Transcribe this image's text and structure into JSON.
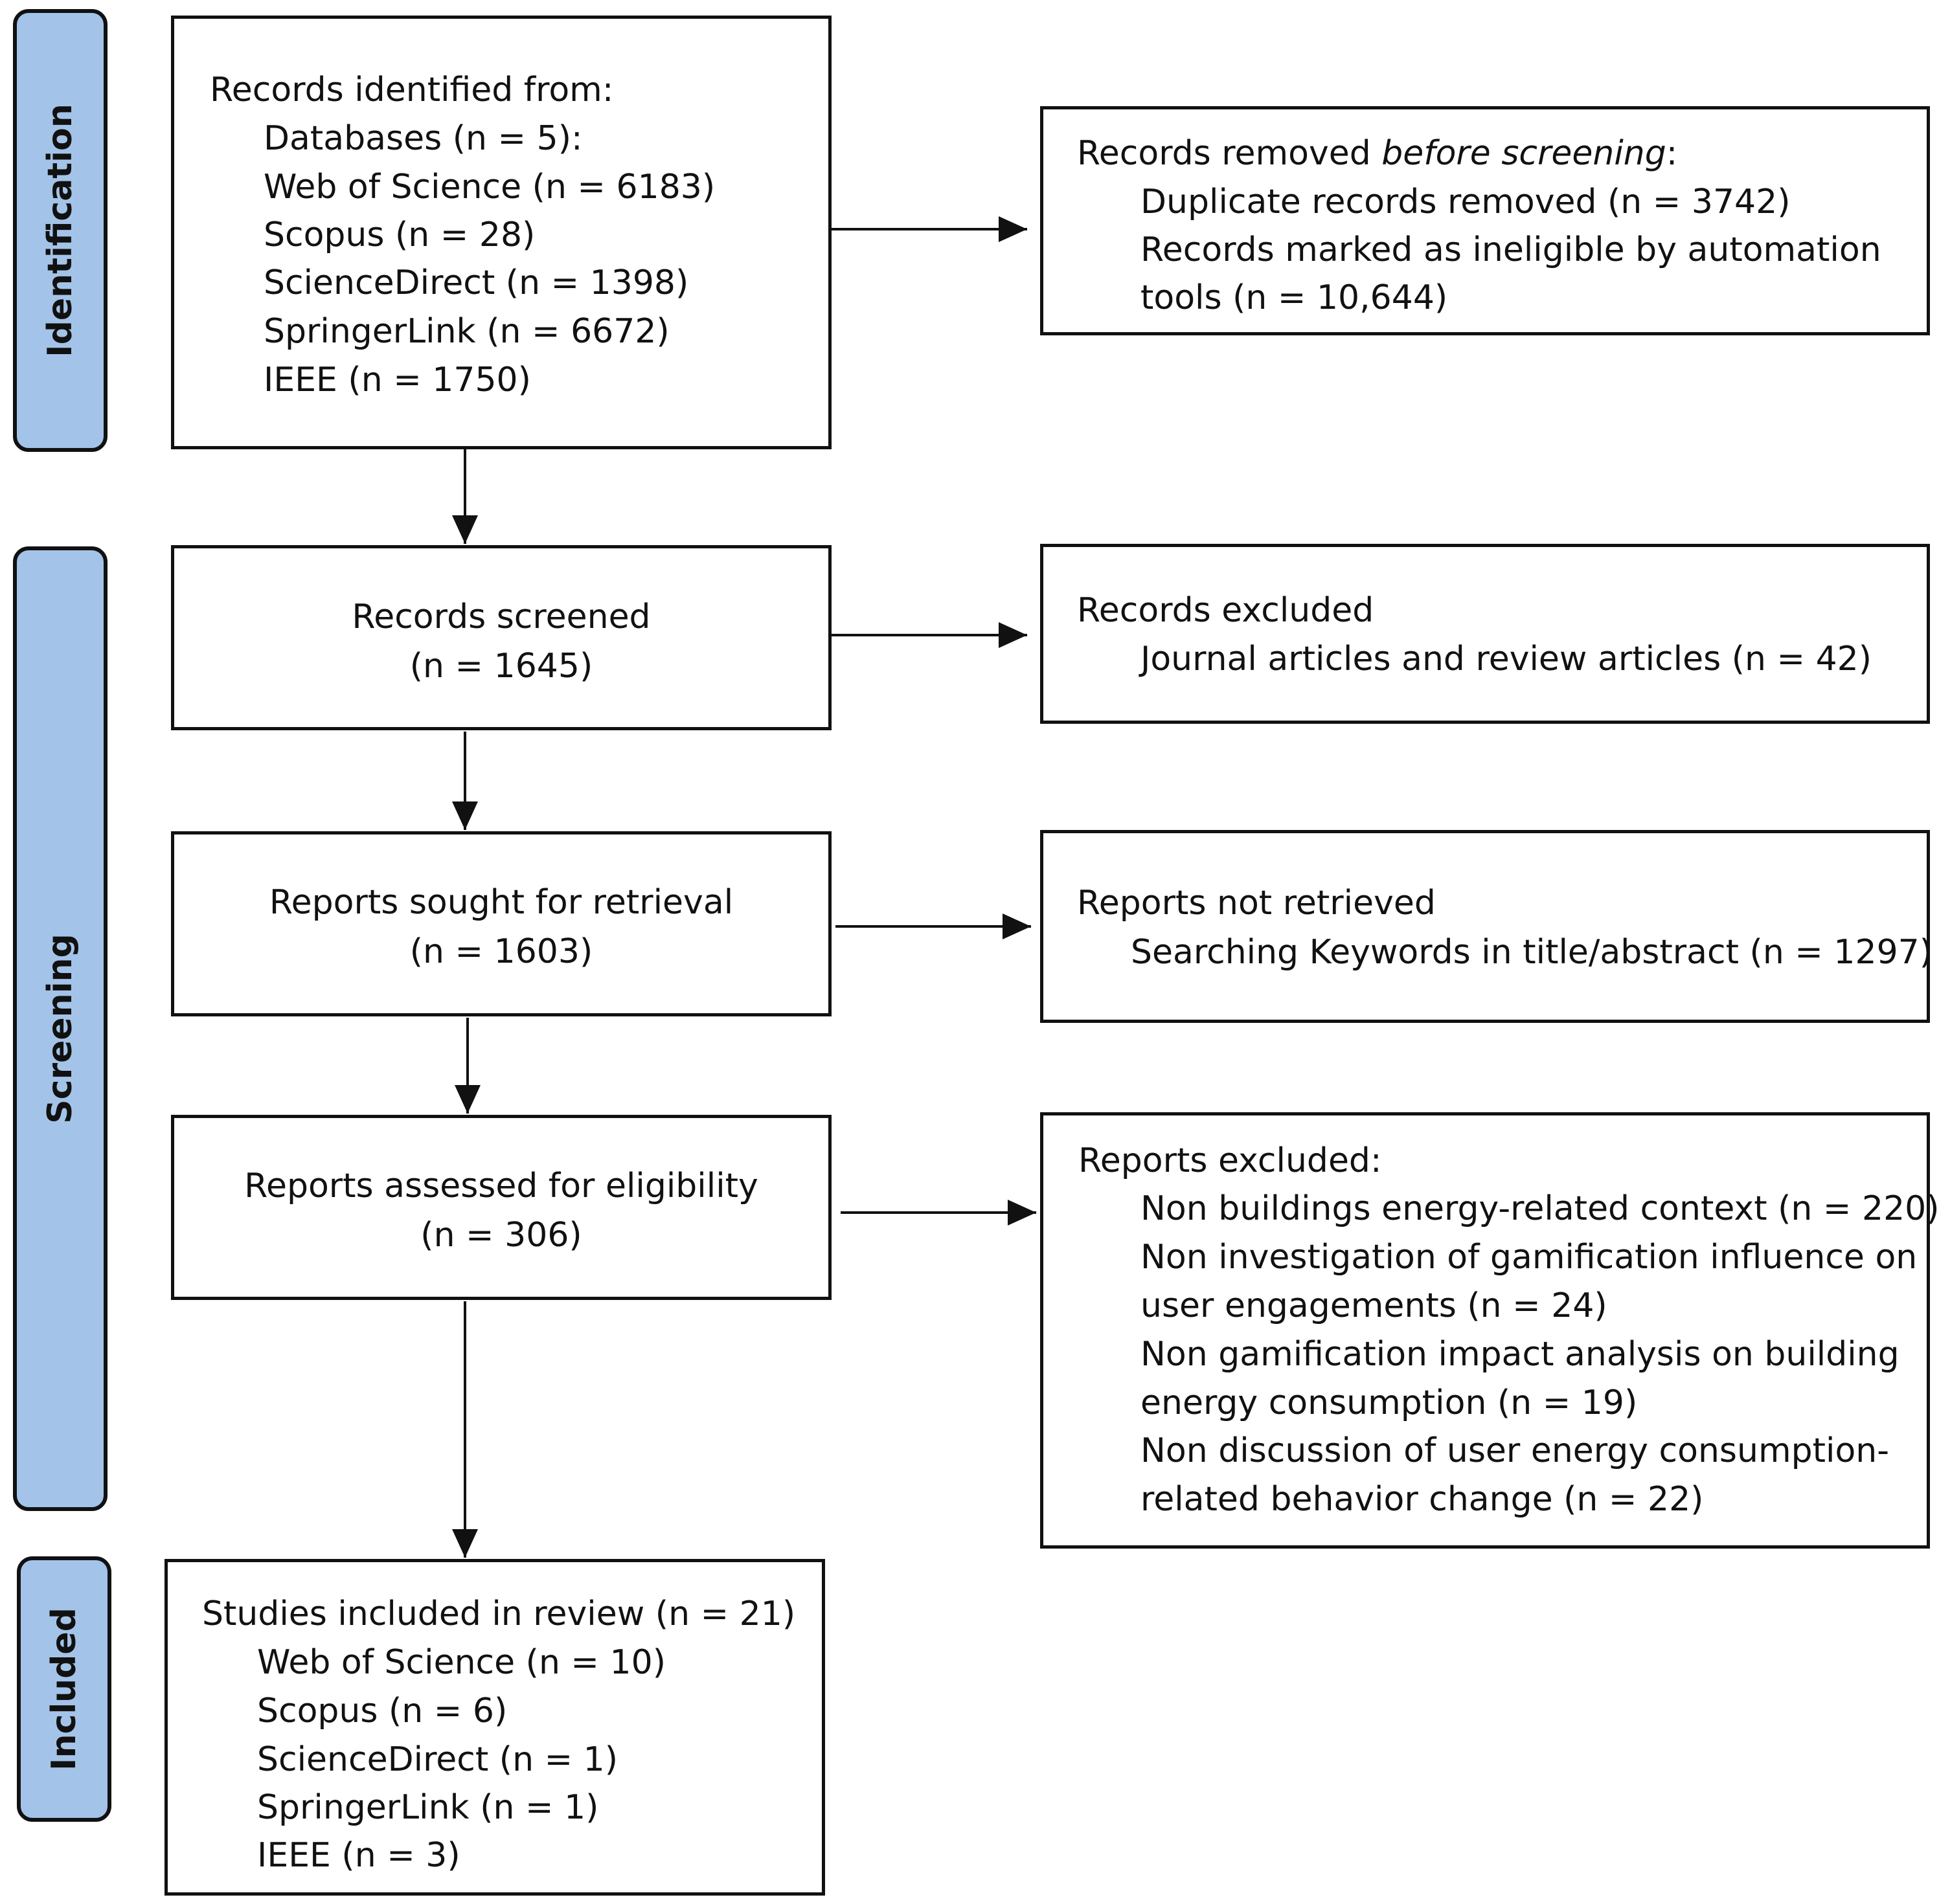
{
  "phases": {
    "identification": "Identification",
    "screening": "Screening",
    "included": "Included"
  },
  "identification": {
    "header": "Records identified from:",
    "databases_label": "Databases (n = 5):",
    "items": [
      "Web of Science (n = 6183)",
      "Scopus (n = 28)",
      "ScienceDirect (n = 1398)",
      "SpringerLink (n = 6672)",
      "IEEE (n = 1750)"
    ]
  },
  "removed": {
    "prefix": "Records removed ",
    "emphasis": "before screening",
    "suffix": ":",
    "lines": [
      "Duplicate records removed (n = 3742)",
      "Records marked as ineligible by automation",
      "tools (n = 10,644)"
    ]
  },
  "screened": {
    "title": "Records screened",
    "count": "(n = 1645)"
  },
  "excluded": {
    "title": "Records excluded",
    "lines": [
      "Journal articles and review articles (n = 42)"
    ]
  },
  "sought": {
    "title": "Reports sought for retrieval",
    "count": "(n = 1603)"
  },
  "not_retrieved": {
    "title": "Reports not retrieved",
    "lines": [
      "Searching Keywords in title/abstract (n = 1297)"
    ]
  },
  "assessed": {
    "title": "Reports assessed for eligibility",
    "count": "(n = 306)"
  },
  "reports_excluded": {
    "title": "Reports excluded:",
    "lines": [
      "Non buildings energy-related context (n = 220)",
      "Non investigation of gamification influence on",
      "user engagements (n = 24)",
      "Non gamification impact analysis on building",
      "energy consumption (n = 19)",
      "Non discussion of user energy consumption-",
      "related behavior change (n = 22)"
    ]
  },
  "included": {
    "header": "Studies included in review (n = 21)",
    "items": [
      "Web of Science (n = 10)",
      "Scopus (n = 6)",
      "ScienceDirect (n = 1)",
      "SpringerLink (n = 1)",
      "IEEE (n = 3)"
    ]
  }
}
